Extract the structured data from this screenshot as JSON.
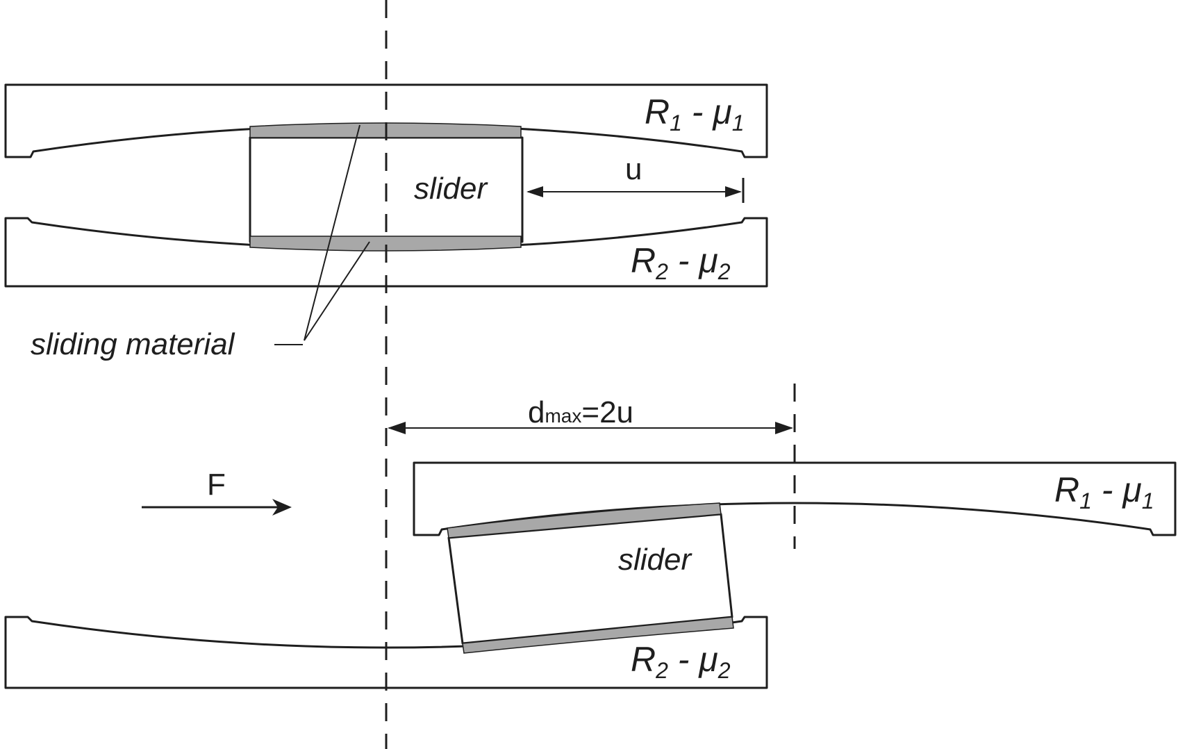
{
  "labels": {
    "top_plate_upper": "R1 - μ1",
    "top_plate_lower": "R2 - μ2",
    "slider_top": "slider",
    "slider_bottom": "slider",
    "displacement_u": "u",
    "sliding_material": "sliding material",
    "dmax": "dmax=2u",
    "force": "F",
    "bottom_plate_upper": "R1 - μ1",
    "bottom_plate_lower": "R2 - μ2"
  },
  "label_parts": {
    "r1_main": "R",
    "r1_sub": "1",
    "mu1_main": " - μ",
    "mu1_sub": "1",
    "r2_main": "R",
    "r2_sub": "2",
    "mu2_main": " - μ",
    "mu2_sub": "2",
    "dmax_main": "d",
    "dmax_sub": "max",
    "dmax_rest": "=2u"
  },
  "colors": {
    "line": "#1e1e1e",
    "sliding_material": "#a8a8a8",
    "background": "#ffffff"
  }
}
